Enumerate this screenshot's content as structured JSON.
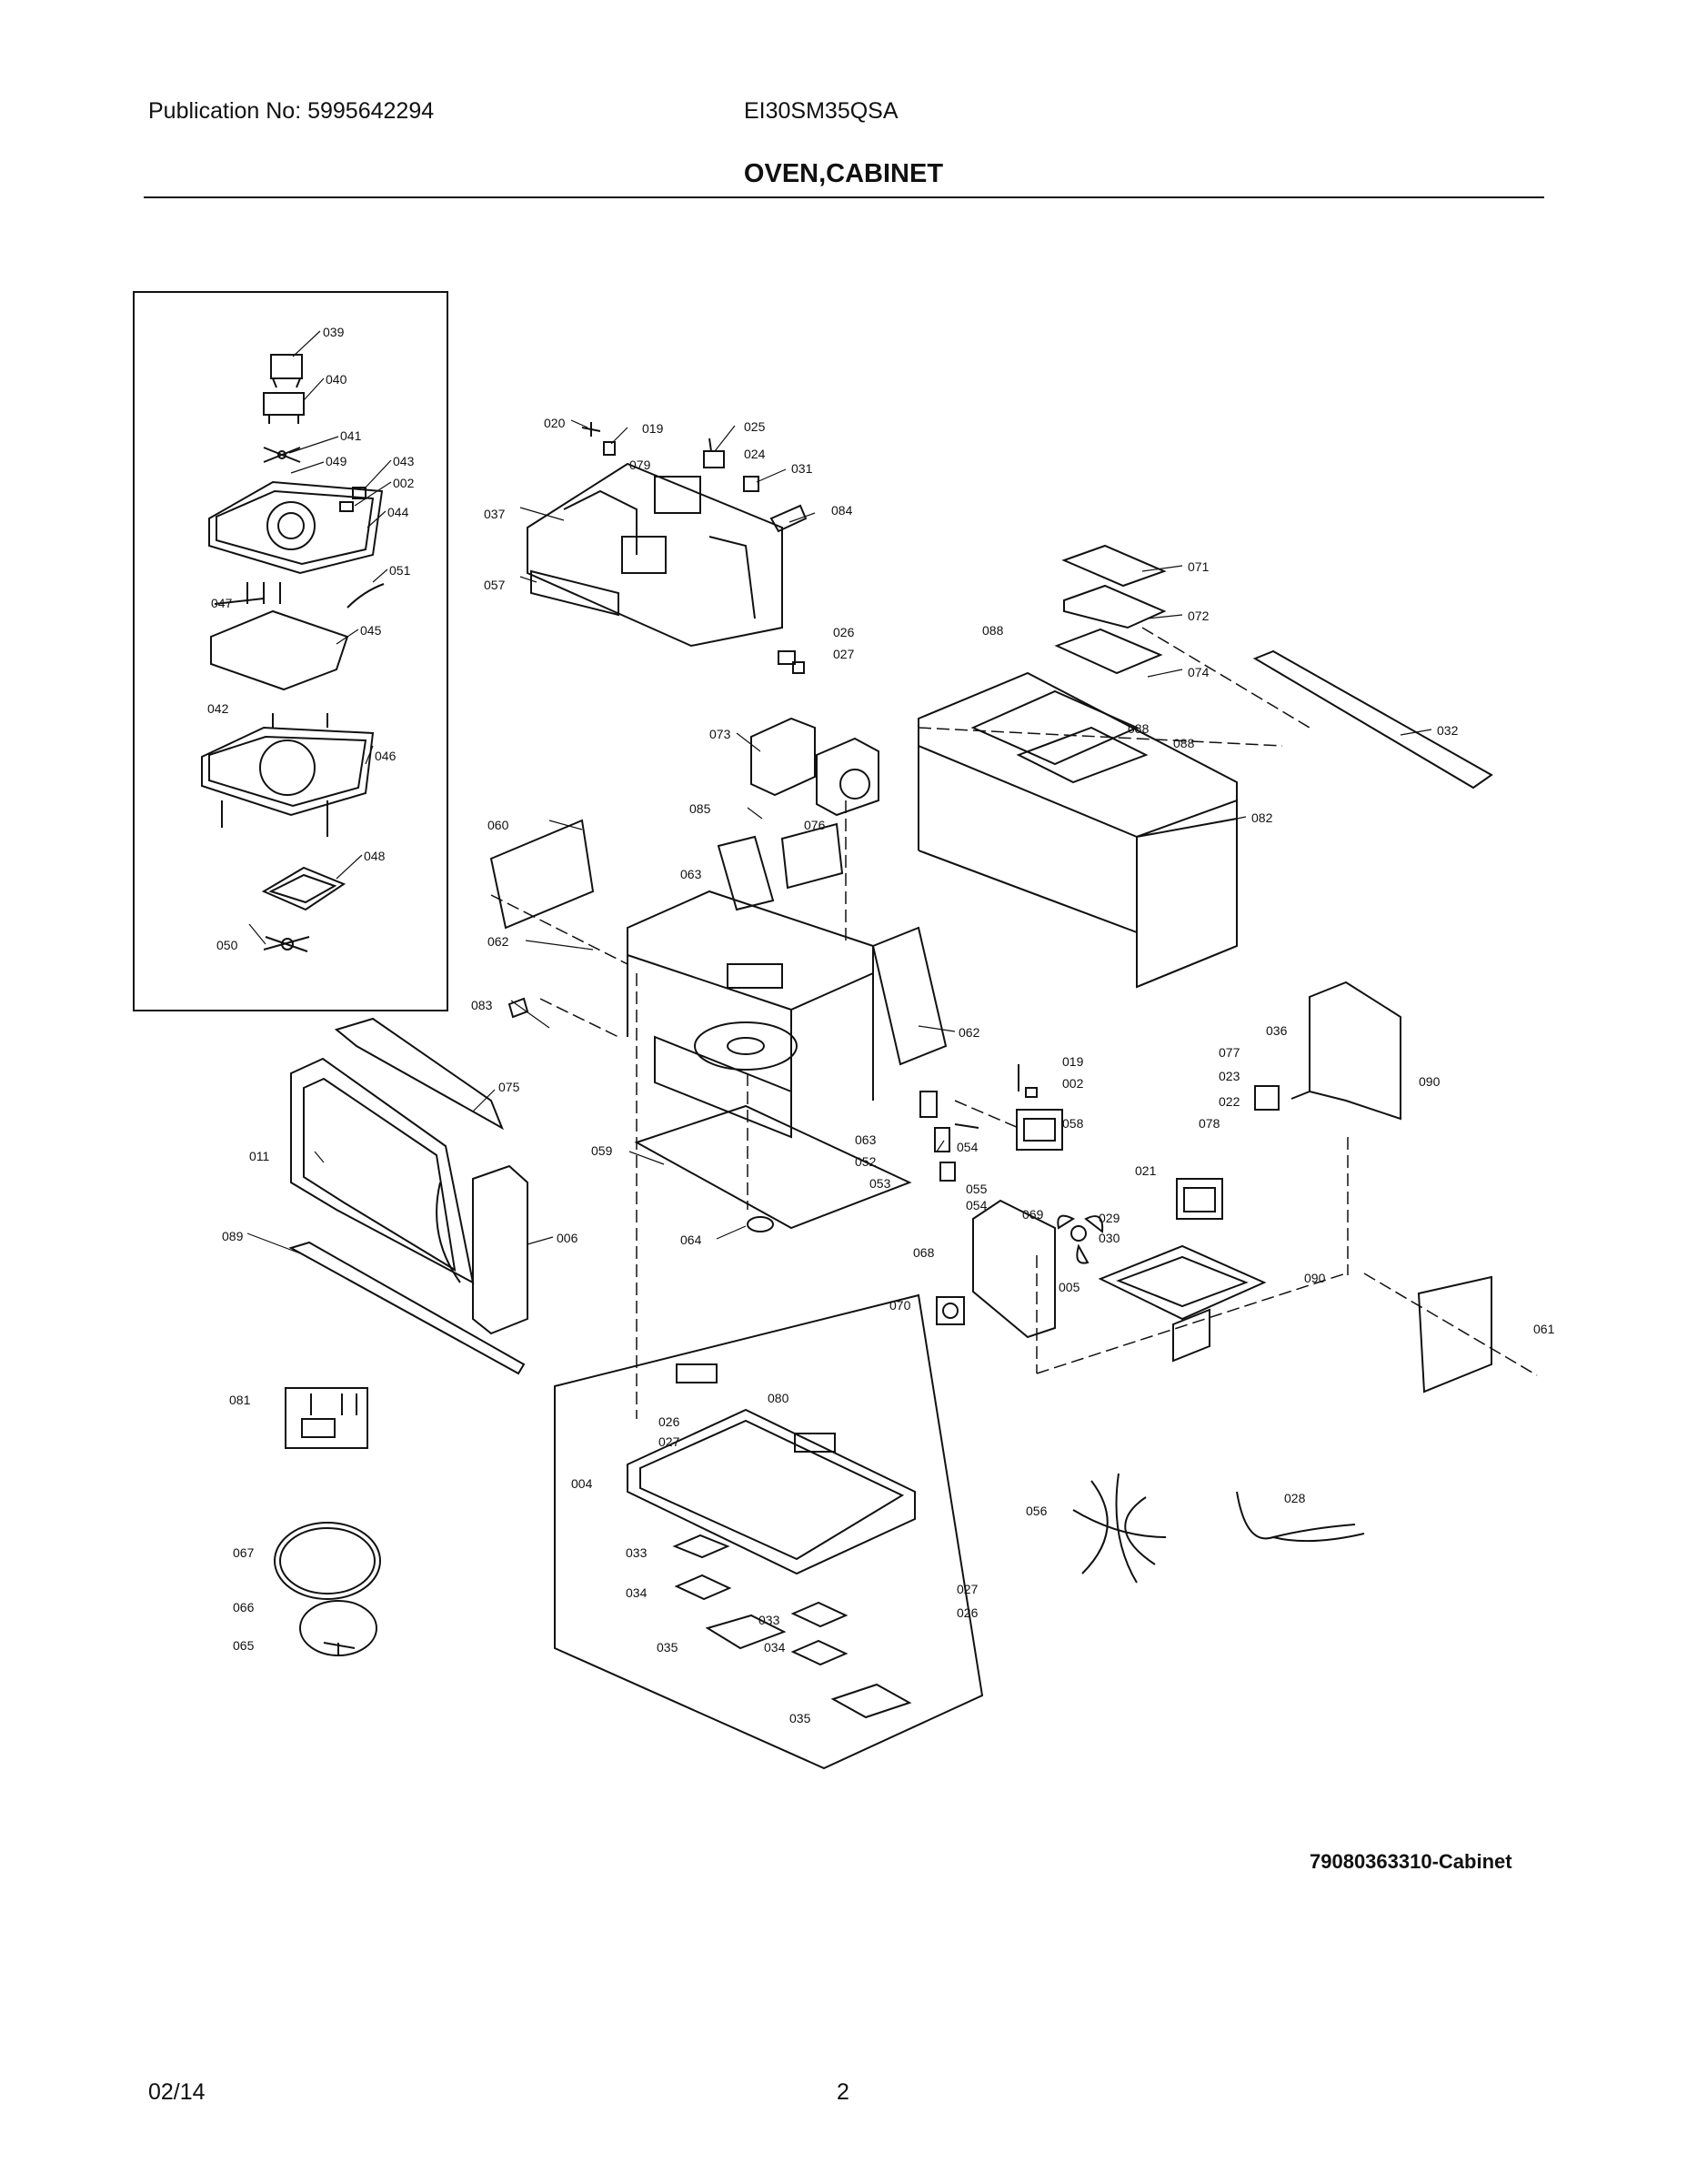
{
  "header": {
    "publication": "Publication No: 5995642294",
    "model": "EI30SM35QSA",
    "section_title": "OVEN,CABINET"
  },
  "footer": {
    "figure_ref": "79080363310-Cabinet",
    "date": "02/14",
    "page_number": "2"
  },
  "part_labels": {
    "p039": "039",
    "p040": "040",
    "p041": "041",
    "p049": "049",
    "p043": "043",
    "p002a": "002",
    "p044": "044",
    "p051": "051",
    "p047": "047",
    "p045": "045",
    "p042": "042",
    "p046": "046",
    "p048": "048",
    "p050": "050",
    "p020": "020",
    "p019a": "019",
    "p025": "025",
    "p024": "024",
    "p079": "079",
    "p031": "031",
    "p084": "084",
    "p037": "037",
    "p057": "057",
    "p026a": "026",
    "p027a": "027",
    "p071": "071",
    "p072": "072",
    "p088a": "088",
    "p074": "074",
    "p088b": "088",
    "p088c": "088",
    "p032": "032",
    "p082": "082",
    "p073": "073",
    "p085": "085",
    "p076": "076",
    "p060": "060",
    "p063a": "063",
    "p062a": "062",
    "p083": "083",
    "p062b": "062",
    "p075": "075",
    "p011": "011",
    "p089": "089",
    "p006": "006",
    "p059": "059",
    "p064": "064",
    "p063b": "063",
    "p052": "052",
    "p053": "053",
    "p054a": "054",
    "p055": "055",
    "p054b": "054",
    "p019b": "019",
    "p002b": "002",
    "p058": "058",
    "p036": "036",
    "p077": "077",
    "p023": "023",
    "p022": "022",
    "p078": "078",
    "p090a": "090",
    "p021": "021",
    "p069": "069",
    "p029": "029",
    "p030": "030",
    "p068": "068",
    "p005": "005",
    "p090b": "090",
    "p070": "070",
    "p061": "061",
    "p081": "081",
    "p080": "080",
    "p026b": "026",
    "p027b": "027",
    "p004": "004",
    "p033a": "033",
    "p034a": "034",
    "p035a": "035",
    "p027c": "027",
    "p026c": "026",
    "p033b": "033",
    "p034b": "034",
    "p035b": "035",
    "p056": "056",
    "p028": "028",
    "p067": "067",
    "p066": "066",
    "p065": "065"
  }
}
